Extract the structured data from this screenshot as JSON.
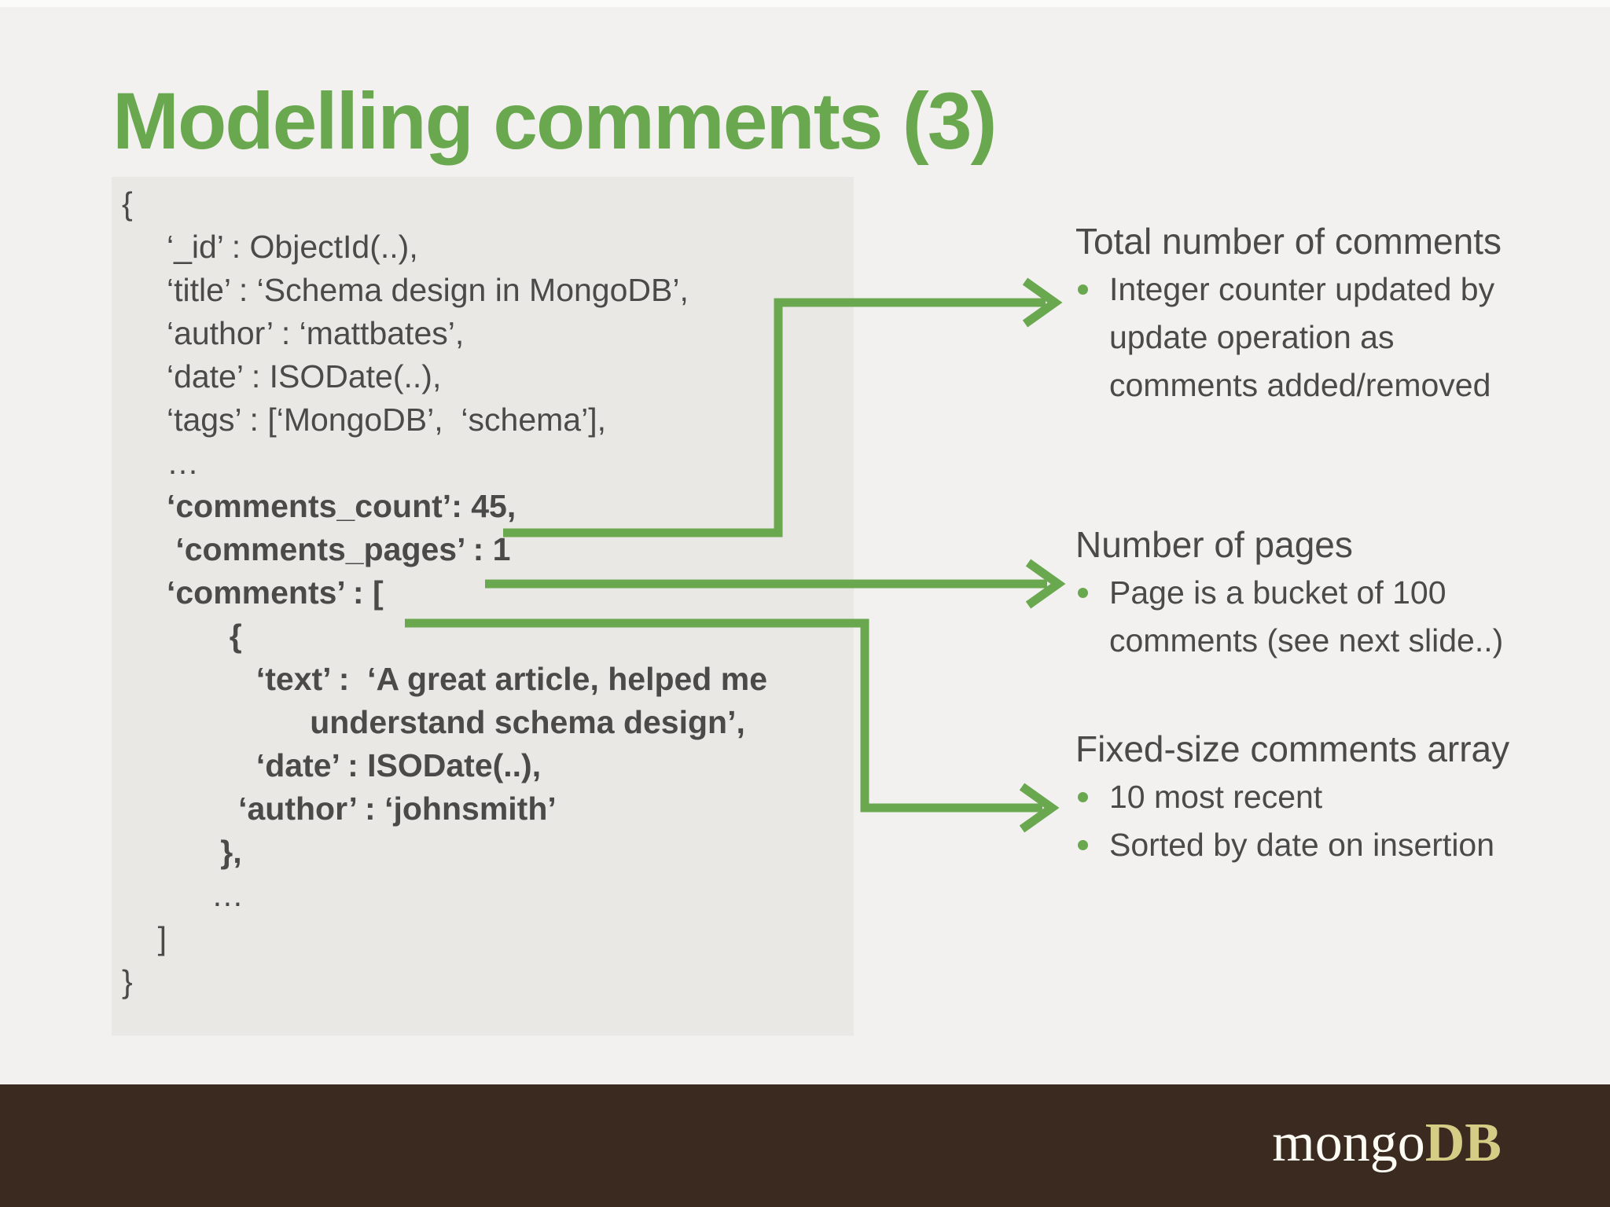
{
  "title": "Modelling comments (3)",
  "colors": {
    "accent_green": "#6aa84f",
    "text_dark": "#4b4a49",
    "slide_bg": "#f2f1ef",
    "code_bg": "#e9e8e5",
    "footer_bg": "#3a2a20",
    "logo_mongo_color": "#fcfcf5",
    "logo_db_color": "#d5cd85"
  },
  "code": {
    "lines": [
      {
        "text": "{",
        "bold": false
      },
      {
        "text": "     ‘_id’ : ObjectId(..),",
        "bold": false
      },
      {
        "text": "     ‘title’ : ‘Schema design in MongoDB’,",
        "bold": false
      },
      {
        "text": "     ‘author’ : ‘mattbates’,",
        "bold": false
      },
      {
        "text": "     ‘date’ : ISODate(..),",
        "bold": false
      },
      {
        "text": "     ‘tags’ : [‘MongoDB’,  ‘schema’],",
        "bold": false
      },
      {
        "text": "     …",
        "bold": false
      },
      {
        "text": "     ‘comments_count’: 45,",
        "bold": true
      },
      {
        "text": "      ‘comments_pages’ : 1",
        "bold": true
      },
      {
        "text": "     ‘comments’ : [",
        "bold": true
      },
      {
        "text": "            {",
        "bold": true
      },
      {
        "text": "               ‘text’ :  ‘A great article, helped me",
        "bold": true
      },
      {
        "text": "                     understand schema design’,",
        "bold": true
      },
      {
        "text": "               ‘date’ : ISODate(..),",
        "bold": true
      },
      {
        "text": "             ‘author’ : ‘johnsmith’",
        "bold": true
      },
      {
        "text": "           },",
        "bold": true
      },
      {
        "text": "          …",
        "bold": false
      },
      {
        "text": "    ]",
        "bold": false
      },
      {
        "text": "}",
        "bold": false
      }
    ]
  },
  "annotations": [
    {
      "heading": "Total number of comments",
      "bullets": [
        {
          "lines": [
            "Integer counter updated by",
            "update operation as",
            "comments added/removed"
          ]
        }
      ]
    },
    {
      "heading": "Number of pages",
      "bullets": [
        {
          "lines": [
            "Page is a bucket of 100",
            "comments (see next slide..)"
          ]
        }
      ]
    },
    {
      "heading": "Fixed-size comments array",
      "bullets": [
        {
          "lines": [
            "10 most recent"
          ]
        },
        {
          "lines": [
            "Sorted by date on insertion"
          ]
        }
      ]
    }
  ],
  "footer": {
    "logo_mongo": "mongo",
    "logo_db": "DB"
  }
}
